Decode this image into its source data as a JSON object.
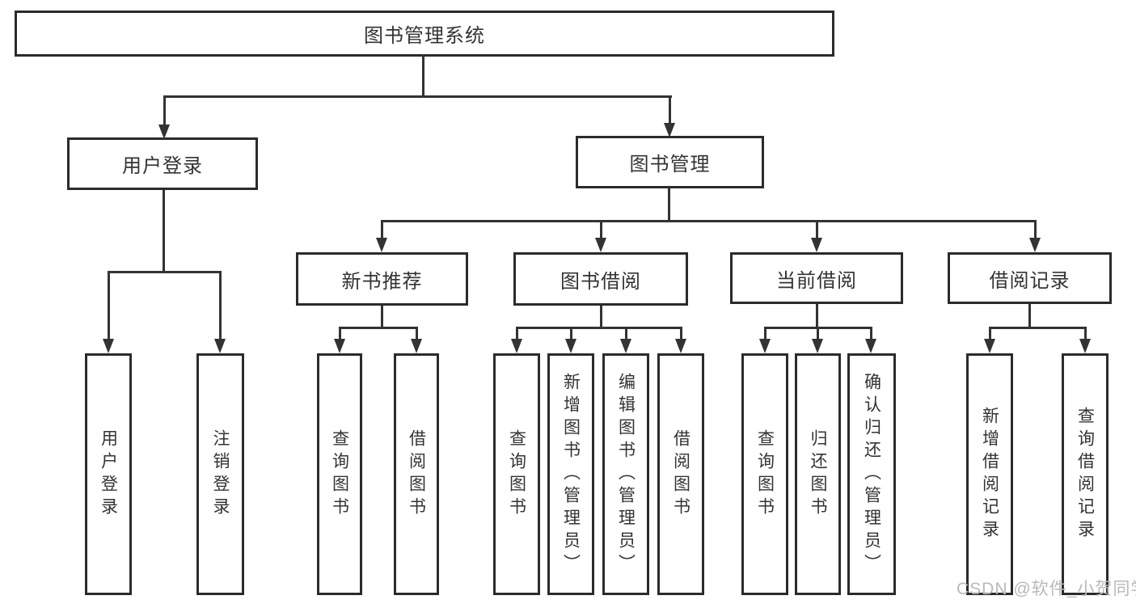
{
  "diagram_type": "hierarchy-tree",
  "tree": {
    "label": "图书管理系统",
    "children": [
      {
        "label": "用户登录",
        "children": [
          {
            "label": "用户登录"
          },
          {
            "label": "注销登录"
          }
        ]
      },
      {
        "label": "图书管理",
        "children": [
          {
            "label": "新书推荐",
            "children": [
              {
                "label": "查询图书"
              },
              {
                "label": "借阅图书"
              }
            ]
          },
          {
            "label": "图书借阅",
            "children": [
              {
                "label": "查询图书"
              },
              {
                "label": "新增图书（管理员）"
              },
              {
                "label": "编辑图书（管理员）"
              },
              {
                "label": "借阅图书"
              }
            ]
          },
          {
            "label": "当前借阅",
            "children": [
              {
                "label": "查询图书"
              },
              {
                "label": "归还图书"
              },
              {
                "label": "确认归还（管理员）"
              }
            ]
          },
          {
            "label": "借阅记录",
            "children": [
              {
                "label": "新增借阅记录"
              },
              {
                "label": "查询借阅记录"
              }
            ]
          }
        ]
      }
    ]
  },
  "watermark": {
    "text": "CSDN @软件_小贺同学",
    "color": "#b9b9b9"
  },
  "colors": {
    "line": "#333333",
    "box_border": "#2b2b2b",
    "text": "#333333",
    "background": "#ffffff"
  }
}
